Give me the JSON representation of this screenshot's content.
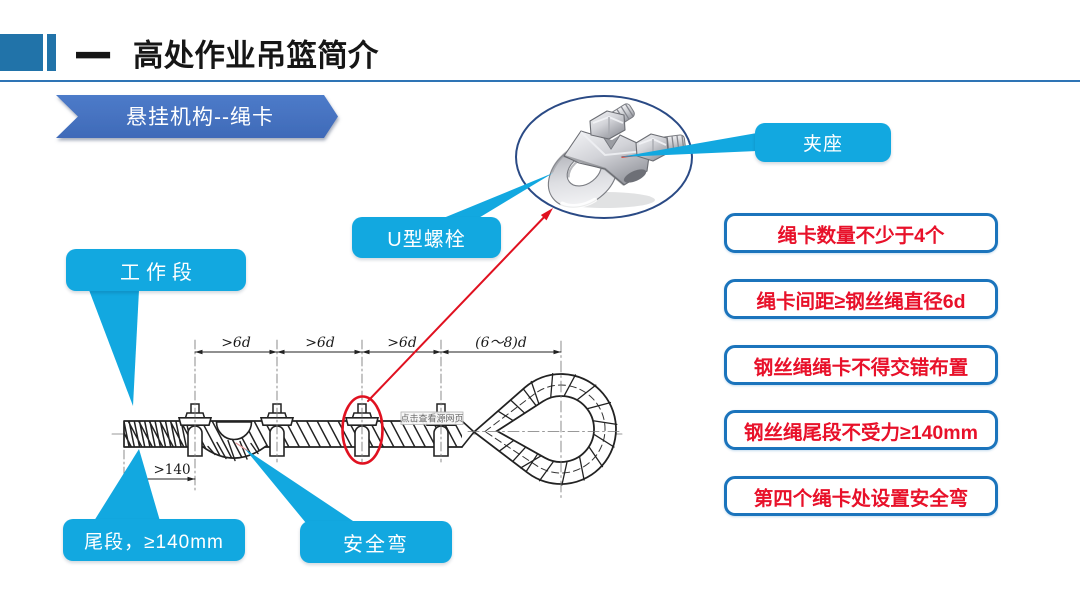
{
  "header": {
    "index": "一",
    "title": "高处作业吊篮简介"
  },
  "banner": {
    "label": "悬挂机构--绳卡"
  },
  "callouts": {
    "clamp_seat": "夹座",
    "u_bolt": "U型螺栓",
    "working_segment": "工作段",
    "tail_segment": "尾段，≥140mm",
    "safety_bend": "安全弯"
  },
  "rules": [
    "绳卡数量不少于4个",
    "绳卡间距≥钢丝绳直径6d",
    "钢丝绳绳卡不得交错布置",
    "钢丝绳尾段不受力≥140mm",
    "第四个绳卡处设置安全弯"
  ],
  "diagram": {
    "dim_labels": [
      ">6d",
      ">6d",
      ">6d",
      "(6～8)d"
    ],
    "tail_dim": ">140",
    "watermark": "点击查看源网页"
  },
  "colors": {
    "header_blue": "#2173A9",
    "underline_blue": "#2E74B5",
    "banner_blue": "#4472C4",
    "accent_cyan": "#12A8E0",
    "rule_border_blue": "#1B74BC",
    "rule_text_red": "#E8112A",
    "red_accent": "#E01120",
    "ellipse_border_navy": "#2A4A85"
  }
}
